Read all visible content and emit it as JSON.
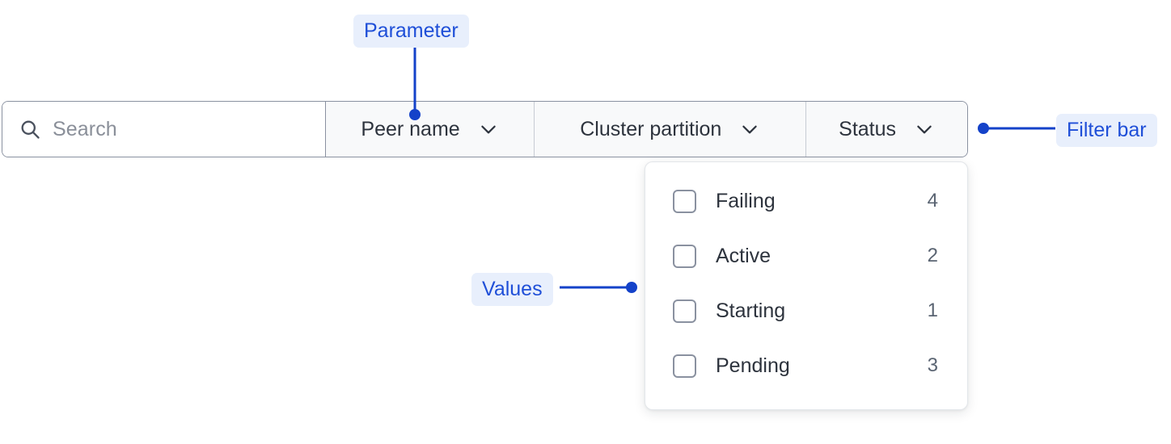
{
  "filter_bar": {
    "search": {
      "icon": "search-icon",
      "placeholder": "Search",
      "value": ""
    },
    "segments": [
      {
        "label": "Peer name",
        "icon": "chevron-down-icon"
      },
      {
        "label": "Cluster partition",
        "icon": "chevron-down-icon"
      },
      {
        "label": "Status",
        "icon": "chevron-down-icon"
      }
    ]
  },
  "dropdown": {
    "open_for": "Status",
    "options": [
      {
        "label": "Failing",
        "count": "4",
        "checked": false
      },
      {
        "label": "Active",
        "count": "2",
        "checked": false
      },
      {
        "label": "Starting",
        "count": "1",
        "checked": false
      },
      {
        "label": "Pending",
        "count": "3",
        "checked": false
      }
    ]
  },
  "annotations": {
    "parameter": "Parameter",
    "filter_bar": "Filter bar",
    "values": "Values",
    "accent_color": "#1f4fd8",
    "pill_background": "#e8effc"
  }
}
